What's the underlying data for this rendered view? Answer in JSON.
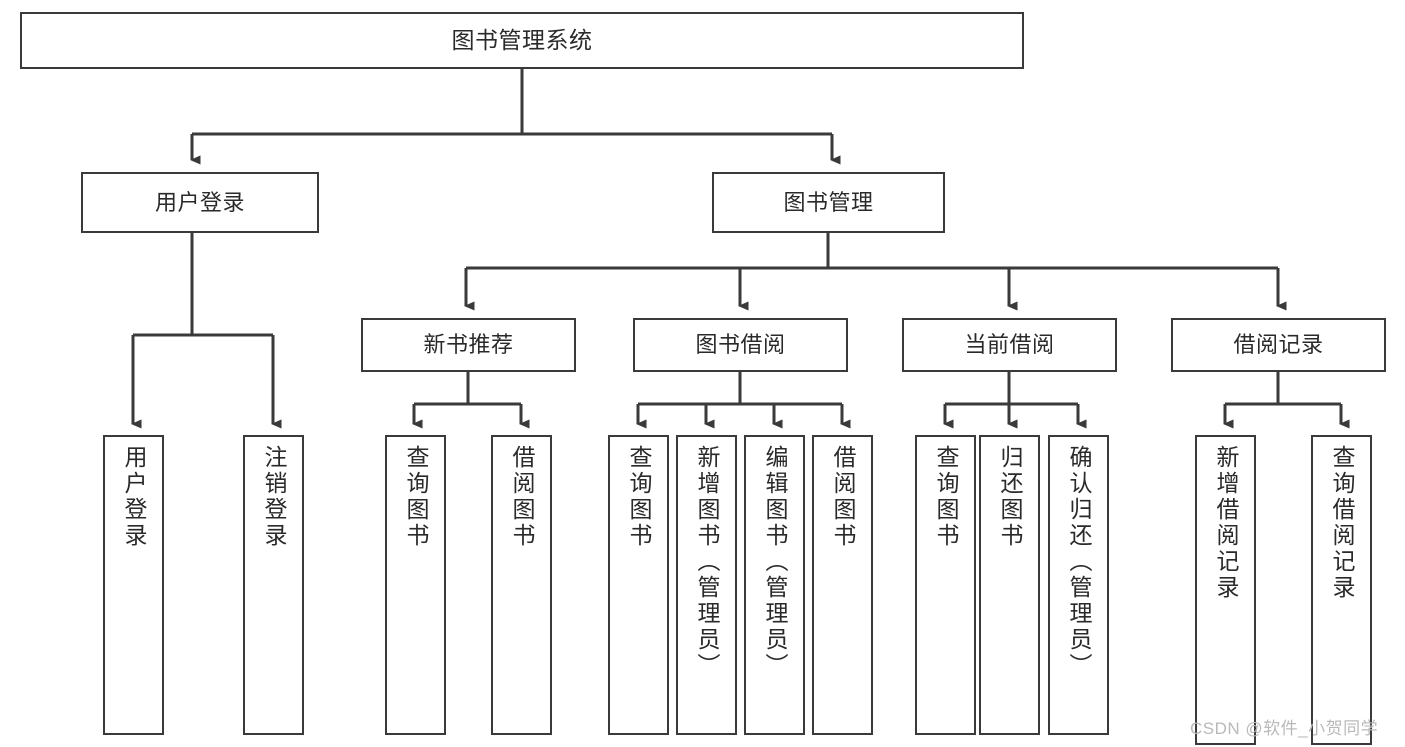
{
  "diagram": {
    "title": "图书管理系统",
    "watermark": "CSDN @软件_小贺同学",
    "colors": {
      "box_border": "#3a3a3a",
      "box_fill": "#ffffff",
      "line": "#3a3a3a",
      "text": "#2a2a2a",
      "watermark": "#b9b9b9",
      "background": "#ffffff"
    },
    "root": {
      "label": "图书管理系统"
    },
    "level2": [
      {
        "label": "用户登录"
      },
      {
        "label": "图书管理"
      }
    ],
    "level3": [
      {
        "label": "新书推荐"
      },
      {
        "label": "图书借阅"
      },
      {
        "label": "当前借阅"
      },
      {
        "label": "借阅记录"
      }
    ],
    "leaves": {
      "user_login": [
        {
          "label": "用户登录"
        },
        {
          "label": "注销登录"
        }
      ],
      "new_book_recommend": [
        {
          "label": "查询图书"
        },
        {
          "label": "借阅图书"
        }
      ],
      "book_borrow": [
        {
          "label": "查询图书"
        },
        {
          "label": "新增图书（管理员）"
        },
        {
          "label": "编辑图书（管理员）"
        },
        {
          "label": "借阅图书"
        }
      ],
      "current_borrow": [
        {
          "label": "查询图书"
        },
        {
          "label": "归还图书"
        },
        {
          "label": "确认归还（管理员）"
        }
      ],
      "borrow_record": [
        {
          "label": "新增借阅记录"
        },
        {
          "label": "查询借阅记录"
        }
      ]
    }
  }
}
